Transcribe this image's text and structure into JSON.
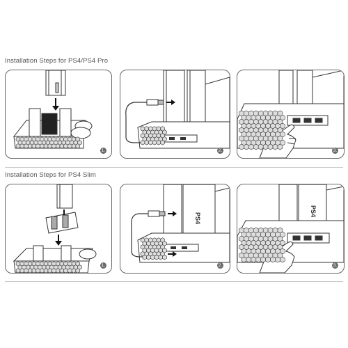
{
  "sections": [
    {
      "title": "Installation Steps for PS4/PS4 Pro",
      "steps": [
        {
          "badge": "1."
        },
        {
          "badge": "2."
        },
        {
          "badge": "3."
        }
      ]
    },
    {
      "title": "Installation Steps for PS4 Slim",
      "steps": [
        {
          "badge": "1."
        },
        {
          "badge": "2."
        },
        {
          "badge": "3."
        }
      ]
    }
  ],
  "console_label": "PS4",
  "colors": {
    "line": "#333333",
    "panel_border": "#666666",
    "badge": "#6a6a6a"
  }
}
